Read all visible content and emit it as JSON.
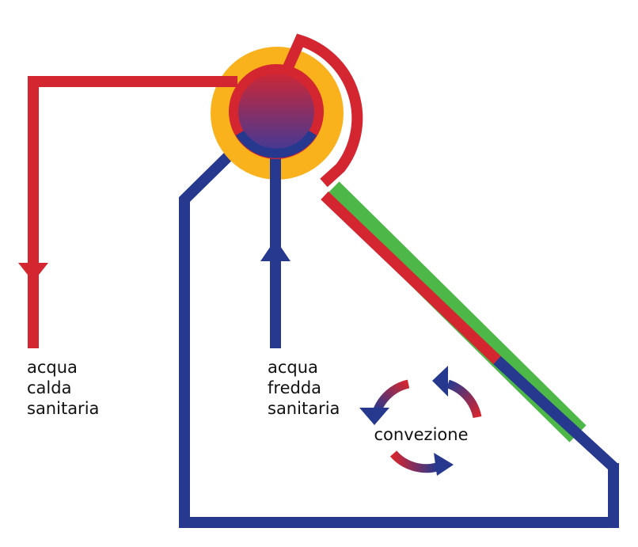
{
  "labels": {
    "hot_water": [
      "acqua",
      "calda",
      "sanitaria"
    ],
    "cold_water": [
      "acqua",
      "fredda",
      "sanitaria"
    ],
    "convection": "convezione"
  },
  "colors": {
    "hot_pipe": "#d42630",
    "cold_pipe": "#26398f",
    "panel": "#4db848",
    "tank_glow": "#f9b21b",
    "tank_top": "#d42630",
    "tank_bottom": "#3d3a9a"
  }
}
